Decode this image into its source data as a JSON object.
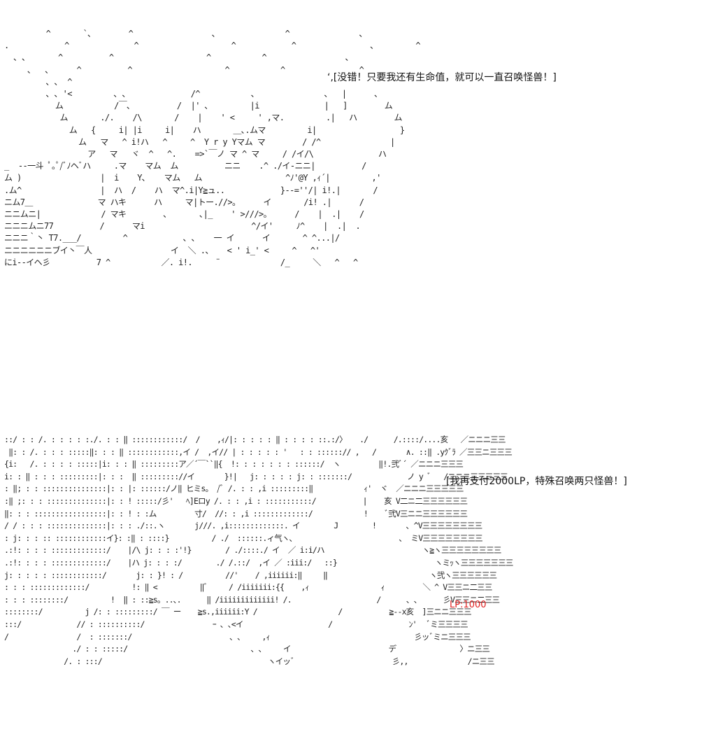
{
  "dialogue": {
    "line1": "‘,[没错！只要我还有生命值，就可以一直召唤怪兽！]",
    "line2": "[我再支付2000LP，特殊召唤两只怪兽！]"
  },
  "status": {
    "lp_label": "LP:1000"
  },
  "art": {
    "top": "         ^       `､        ^                 ､               ^               ､\n.            ^              ^                    ^            ^                ､         ^\n  ､ ､       ^          ^                    ^           ^                 ､\n     ､   ､      ^          ^                    ^           ^                ^\n         ､ ､  ^\n         ､ ､ '<         ､ ､              /^           ､               ､   |      ､\n           ム           /￣､          /  |' ､         |i              |   ]        ム\n            ム       ./.    /\\       /    |    ' <     ' ,マ.         .|   ハ        ム\n              ム   {     i| |i     i|    ハ       ＿､.ムマ         i|                  }\n                ム   マ   ^ i!ハ   ^     ^  Y r y Yマム マ        / /^               |\n                  ア   マ   ヾ  ^   ^.    =>`￣ノ マ ^ マ     / /イ/\\              ハ\n_  --一斗 ﾟ｡ﾟ/ﾞﾉヘﾞハ     .マ    マム  ム          ニニ    .^ ./イ-ニニ|          /\nム )                 |  i    Y､    マム   ム                  ^ﾉ'@Y ,ｨ´|         ,'\n.ム^                 |  ハ  /    ハ  マ^.i|Y≧ュ..            }--=''/| i!.|       /\nニム7＿              マ ハキ      ハ     マ|トー.//>。     イ       /i! .|      /\nニニムニ|             / マキ        ､       ､|_    ' >///>。     /    |  .|    /\nニニニムニ77          /      マi                       ^/イ'     ﾉ^    |  .|  .\nニニニ｀丶 T7.___/         ^            ､ ､    一 イ      イ       ^ ^...|/\nニニニニニニブイ丶￣人                 イ  ＼ .、   < ' i_' <     ^   ^'\nにi--イヘ彡          7 ^           ／. i!.     ¨             /_     ＼   ^   ^",
    "bottom": "::/ : : /. : : : : :./. : : ‖ ::::::::::::/  /    ,ｨ/|: : : : : ‖ : : : : ::.:/〉   ./      /.::::/....亥   ／ニニニ三三\n ‖: : /. : : : :::::‖: : : ‖ ::::::::::::,イ /  ,イ// | : : : : : '   : : ::::::// ,   /       ∧. ::‖ .yｸﾞﾗ ／三三ニ三三三\n{i:   /. : : : : :::::|i: : : ‖ :::::::::ア／´￣``‖{  !: : : : : : : ::::::/  ヽ         ‖!.弐ﾞ´ ／ニニニ三三三\ni: : ‖ : : : :::::::::|: : :  ‖ ::::::::://イ       }!|   j: : : : : j: : :::::::/             ノ y ﾞ   /ニニニ三三三三三\n: ‖; : : :::::::::::::::|: : |: ::::::/ノ‖ ヒミs。 /ﾞ /. : : ,i :::::::::‖            ｨ'  ヾ  ／ニニニ三三三三三\n:‖ ;: : : ::::::::::::::|: : ! :::::/彡'   ﾍ]Eロy /. : : ,i : :::::::::::/           |    亥 V二ニ二三三三三三三\n‖: : : :::::::::::::::::|: : ! : :ム         寸/  //: : ,i :::::::::::::/            !    ﾞ弐V三ニニ三三三三三三\n/ / : : : ::::::::::::::|: : : ./::.ヽ       j///. ,i:::::::::::::. イ        J        !       ､ ^V三三三三三三三三\n: j: : : :: ::::::::::::イ}: :‖ : ::::}          / ./  ::::::.ィ气ヽ､                         ､  ミV三三三三三三三三\n.:!: : : : :::::::::::::/    |/\\ j: : : :'!}        / ./::::./ イ  ／ i:i/ハ                       ヽ≧ヽ三三三三三三三三\n.:!: : : : :::::::::::::/    |ハ j: : : :/        ./ /.::/  ,イ ／ :iii:/   ::}                       ヽミｯヽ三三三三三三三\nj: : : : : ::::::::::::/       j: : }! : /          //'    / ,iiiiii:‖     ‖                        ヽ弐ヽ三三三三三三\n: : : :::::::::::::/          !: ‖ <          ‖ﾞ     / /iiiiiii:{{    ,ｨ                 ｨ         ＼ ^ V三三ニ二三三\n: : : ::::::::/          !  ‖ : ::≧s。..､.      ‖ /iiiiiiiiiiiii! /.                    /      ､ ､      彡V三三ニ二三三\n::::::::/          j /: : :::::::::/ ￣ ー    ≧s.,iiiiii:Y /                   /           ≧--x亥  ]三ニニ三三三\n:::/             // : ::::::::::/                ｰ ､ ､<イ                    /                  ﾝ'   ﾞミ三三三三\n/                /  : :::::::/                       ､ ､     ,ｨ                                  彡ッﾞミニ三三三\n                ./ : : :::::/                             ､ ､     イ                       デ               〉ニ三三\n              /. : :::/                                       ヽイッﾞ                       彡,,              /ニ三三"
  }
}
